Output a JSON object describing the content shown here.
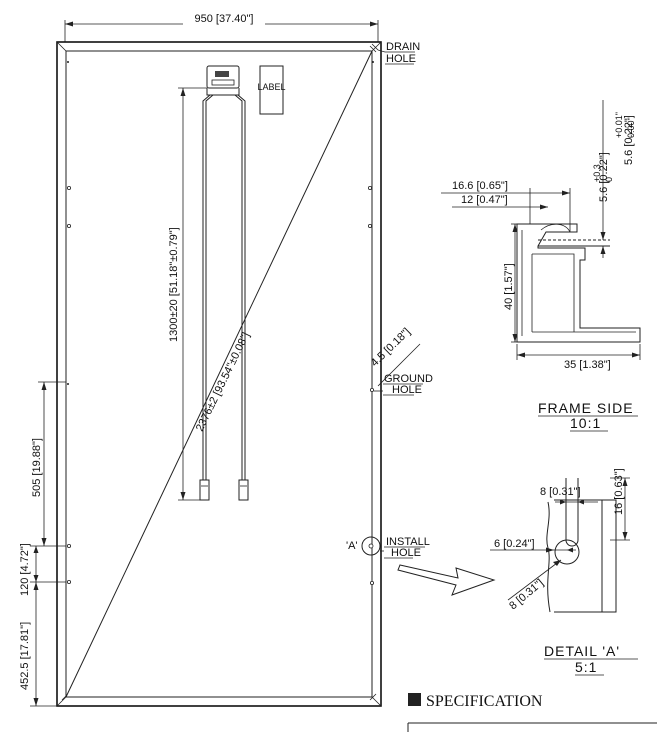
{
  "dimensions": {
    "width": "950 [37.40\"]",
    "cable_length": "1300±20 [51.18\"±0.79\"]",
    "diagonal": "2376±2 [93.54\"±0.08\"]",
    "ground_hole_dim": "4.5 [0.18\"]",
    "left_upper": "505 [19.88\"]",
    "left_middle": "120 [4.72\"]",
    "left_lower": "452.5 [17.81\"]"
  },
  "callouts": {
    "drain_hole": [
      "DRAIN",
      "HOLE"
    ],
    "ground_hole": [
      "GROUND",
      "HOLE"
    ],
    "install_hole": [
      "INSTALL",
      "HOLE"
    ],
    "detail_marker": "'A'",
    "label_box": "LABEL"
  },
  "frame_side": {
    "title": "FRAME SIDE",
    "scale": "10:1",
    "dim_outer": "16.6 [0.65\"]",
    "dim_inner": "12 [0.47\"]",
    "dim_height": "40 [1.57\"]",
    "dim_base": "35 [1.38\"]",
    "dim_glass": "5.6 [0.22\"]",
    "tol_plus": "+0.3",
    "tol_minus": "0",
    "tol_plus_in": "+0.01\"",
    "tol_minus_in": "0.00\""
  },
  "detail_a": {
    "title": "DETAIL 'A'",
    "scale": "5:1",
    "dim_slot_width": "8 [0.31\"]",
    "dim_slot_len": "16 [0.63\"]",
    "dim_offset": "6 [0.24\"]",
    "dim_radius": "8 [0.31\"]"
  },
  "specification": {
    "title": "SPECIFICATION"
  }
}
